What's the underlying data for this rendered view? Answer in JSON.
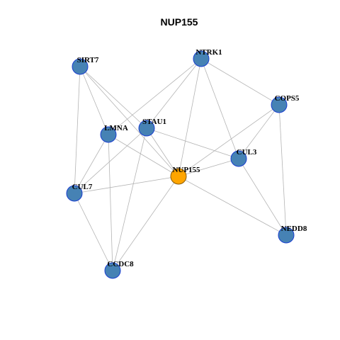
{
  "title": "NUP155",
  "colors": {
    "node_fill": "#4682b4",
    "node_stroke": "#1a3fd0",
    "center_fill": "#ffa500",
    "center_stroke": "#8a5a00",
    "edge": "#b4b4b4"
  },
  "nodes": [
    {
      "id": "NUP155",
      "label": "NUP155",
      "center": true
    },
    {
      "id": "SIRT7",
      "label": "SIRT7",
      "center": false
    },
    {
      "id": "NTRK1",
      "label": "NTRK1",
      "center": false
    },
    {
      "id": "COPS5",
      "label": "COPS5",
      "center": false
    },
    {
      "id": "LMNA",
      "label": "LMNA",
      "center": false
    },
    {
      "id": "STAU1",
      "label": "STAU1",
      "center": false
    },
    {
      "id": "CUL3",
      "label": "CUL3",
      "center": false
    },
    {
      "id": "CUL7",
      "label": "CUL7",
      "center": false
    },
    {
      "id": "NEDD8",
      "label": "NEDD8",
      "center": false
    },
    {
      "id": "CCDC8",
      "label": "CCDC8",
      "center": false
    }
  ],
  "edges": [
    [
      "SIRT7",
      "LMNA"
    ],
    [
      "SIRT7",
      "STAU1"
    ],
    [
      "SIRT7",
      "NUP155"
    ],
    [
      "SIRT7",
      "CUL7"
    ],
    [
      "NTRK1",
      "LMNA"
    ],
    [
      "NTRK1",
      "STAU1"
    ],
    [
      "NTRK1",
      "NUP155"
    ],
    [
      "NTRK1",
      "CUL3"
    ],
    [
      "NTRK1",
      "COPS5"
    ],
    [
      "COPS5",
      "NUP155"
    ],
    [
      "COPS5",
      "CUL3"
    ],
    [
      "COPS5",
      "NEDD8"
    ],
    [
      "LMNA",
      "NUP155"
    ],
    [
      "LMNA",
      "CUL7"
    ],
    [
      "LMNA",
      "CCDC8"
    ],
    [
      "STAU1",
      "CUL3"
    ],
    [
      "STAU1",
      "CUL7"
    ],
    [
      "STAU1",
      "CCDC8"
    ],
    [
      "STAU1",
      "NUP155"
    ],
    [
      "NUP155",
      "CUL3"
    ],
    [
      "NUP155",
      "CUL7"
    ],
    [
      "NUP155",
      "NEDD8"
    ],
    [
      "NUP155",
      "CCDC8"
    ],
    [
      "CUL3",
      "NEDD8"
    ],
    [
      "CUL7",
      "CCDC8"
    ]
  ]
}
